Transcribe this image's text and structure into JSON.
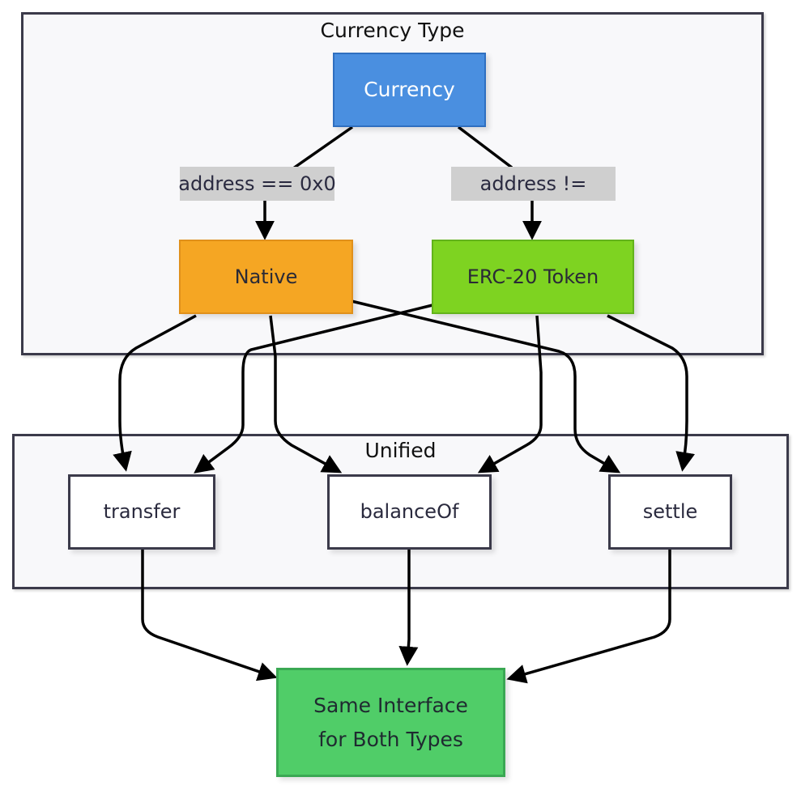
{
  "clusters": {
    "currency_type": {
      "title": "Currency Type"
    },
    "unified": {
      "title": "Unified"
    }
  },
  "nodes": {
    "currency": {
      "label": "Currency",
      "color": "#4a8fe0"
    },
    "native": {
      "label": "Native",
      "color": "#f5a623"
    },
    "erc20": {
      "label": "ERC-20 Token",
      "color": "#7ed321"
    },
    "transfer": {
      "label": "transfer",
      "color": "#ffffff"
    },
    "balanceof": {
      "label": "balanceOf",
      "color": "#ffffff"
    },
    "settle": {
      "label": "settle",
      "color": "#ffffff"
    },
    "same_interface": {
      "label_line1": "Same Interface",
      "label_line2": "for Both Types",
      "color": "#50cd68"
    }
  },
  "edge_labels": {
    "to_native": "address == 0x0",
    "to_erc20": "address !="
  },
  "edges": [
    {
      "from": "Currency",
      "to": "Native",
      "label": "address == 0x0"
    },
    {
      "from": "Currency",
      "to": "ERC-20 Token",
      "label": "address !="
    },
    {
      "from": "Native",
      "to": "transfer"
    },
    {
      "from": "Native",
      "to": "balanceOf"
    },
    {
      "from": "Native",
      "to": "settle"
    },
    {
      "from": "ERC-20 Token",
      "to": "transfer"
    },
    {
      "from": "ERC-20 Token",
      "to": "balanceOf"
    },
    {
      "from": "ERC-20 Token",
      "to": "settle"
    },
    {
      "from": "transfer",
      "to": "Same Interface for Both Types"
    },
    {
      "from": "balanceOf",
      "to": "Same Interface for Both Types"
    },
    {
      "from": "settle",
      "to": "Same Interface for Both Types"
    }
  ]
}
